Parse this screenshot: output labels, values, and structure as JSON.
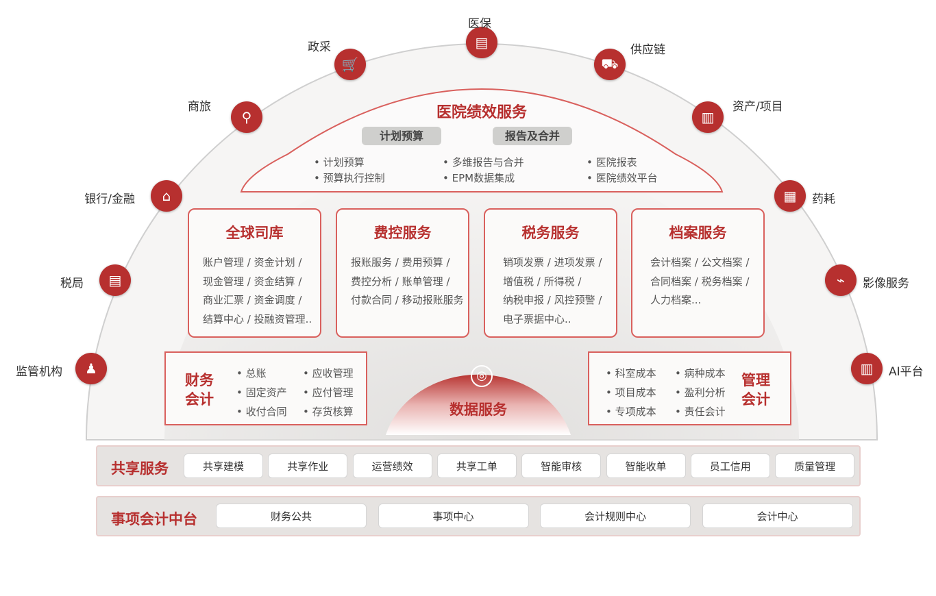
{
  "outer_nodes": [
    {
      "label": "医保",
      "icon": "medical-insurance-icon"
    },
    {
      "label": "政采",
      "icon": "shopping-cart-icon"
    },
    {
      "label": "供应链",
      "icon": "supply-chain-icon"
    },
    {
      "label": "商旅",
      "icon": "travel-icon"
    },
    {
      "label": "资产/项目",
      "icon": "asset-icon"
    },
    {
      "label": "银行/金融",
      "icon": "bank-icon"
    },
    {
      "label": "药耗",
      "icon": "medicine-icon"
    },
    {
      "label": "税局",
      "icon": "tax-bureau-icon"
    },
    {
      "label": "影像服务",
      "icon": "image-service-icon"
    },
    {
      "label": "监管机构",
      "icon": "regulator-icon"
    },
    {
      "label": "AI平台",
      "icon": "ai-platform-icon"
    }
  ],
  "hospital": {
    "title": "医院绩效服务",
    "pills": [
      "计划预算",
      "报告及合并"
    ],
    "col1": [
      "• 计划预算",
      "• 预算执行控制"
    ],
    "col2": [
      "• 多维报告与合并",
      "• EPM数据集成"
    ],
    "col3": [
      "• 医院报表",
      "• 医院绩效平台"
    ]
  },
  "cards": [
    {
      "title": "全球司库",
      "lines": [
        "账户管理 / 资金计划 /",
        "现金管理 / 资金结算 /",
        "商业汇票 / 资金调度 /",
        "结算中心 / 投融资管理.."
      ]
    },
    {
      "title": "费控服务",
      "lines": [
        "报账服务 / 费用预算 /",
        "费控分析 / 账单管理 /",
        "付款合同 / 移动报账服务"
      ]
    },
    {
      "title": "税务服务",
      "lines": [
        "销项发票 / 进项发票 /",
        "增值税 / 所得税 /",
        "纳税申报 / 风控预警 /",
        "电子票据中心.."
      ]
    },
    {
      "title": "档案服务",
      "lines": [
        "会计档案  / 公文档案 /",
        "合同档案 / 税务档案 /",
        "人力档案..."
      ]
    }
  ],
  "finance": {
    "title1": "财务",
    "title2": "会计",
    "col1": [
      "• 总账",
      "• 固定资产",
      "• 收付合同"
    ],
    "col2": [
      "• 应收管理",
      "• 应付管理",
      "• 存货核算"
    ]
  },
  "data_service": {
    "title": "数据服务"
  },
  "management": {
    "title1": "管理",
    "title2": "会计",
    "col1": [
      "• 科室成本",
      "• 项目成本",
      "• 专项成本"
    ],
    "col2": [
      "• 病种成本",
      "• 盈利分析",
      "• 责任会计"
    ]
  },
  "shared": {
    "title": "共享服务",
    "items": [
      "共享建模",
      "共享作业",
      "运营绩效",
      "共享工单",
      "智能审核",
      "智能收单",
      "员工信用",
      "质量管理"
    ]
  },
  "middle": {
    "title": "事项会计中台",
    "items": [
      "财务公共",
      "事项中心",
      "会计规则中心",
      "会计中心"
    ]
  }
}
